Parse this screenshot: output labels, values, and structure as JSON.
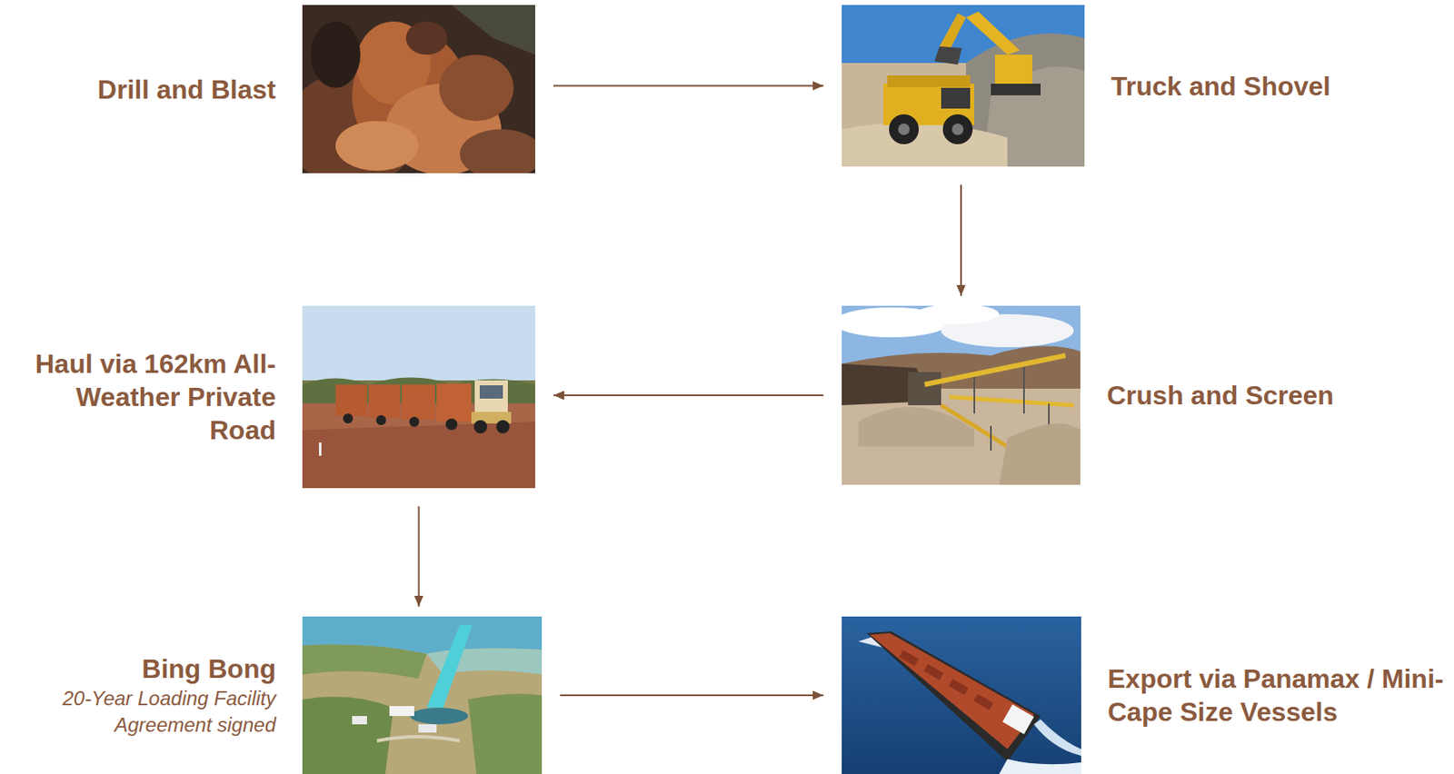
{
  "diagram": {
    "nodes": [
      {
        "text": [
          "Drill and Blast"
        ]
      },
      {
        "text": [
          "Truck and Shovel"
        ]
      },
      {
        "text": [
          "Haul via 162km All-Weather Private Road"
        ]
      },
      {
        "text": [
          "Crush and Screen"
        ]
      },
      {
        "text": [
          "Bing Bong",
          "20-Year Loading Facility Agreement signed"
        ]
      },
      {
        "text": [
          "Export via Panamax / Mini-Cape Size Vessels"
        ]
      }
    ],
    "edges": [
      {
        "from": 0,
        "to": 1,
        "arrow": "to"
      },
      {
        "from": 1,
        "to": 3,
        "arrow": "to"
      },
      {
        "from": 3,
        "to": 2,
        "arrow": "to"
      },
      {
        "from": 2,
        "to": 4,
        "arrow": "to"
      },
      {
        "from": 4,
        "to": 5,
        "arrow": "to"
      }
    ]
  }
}
